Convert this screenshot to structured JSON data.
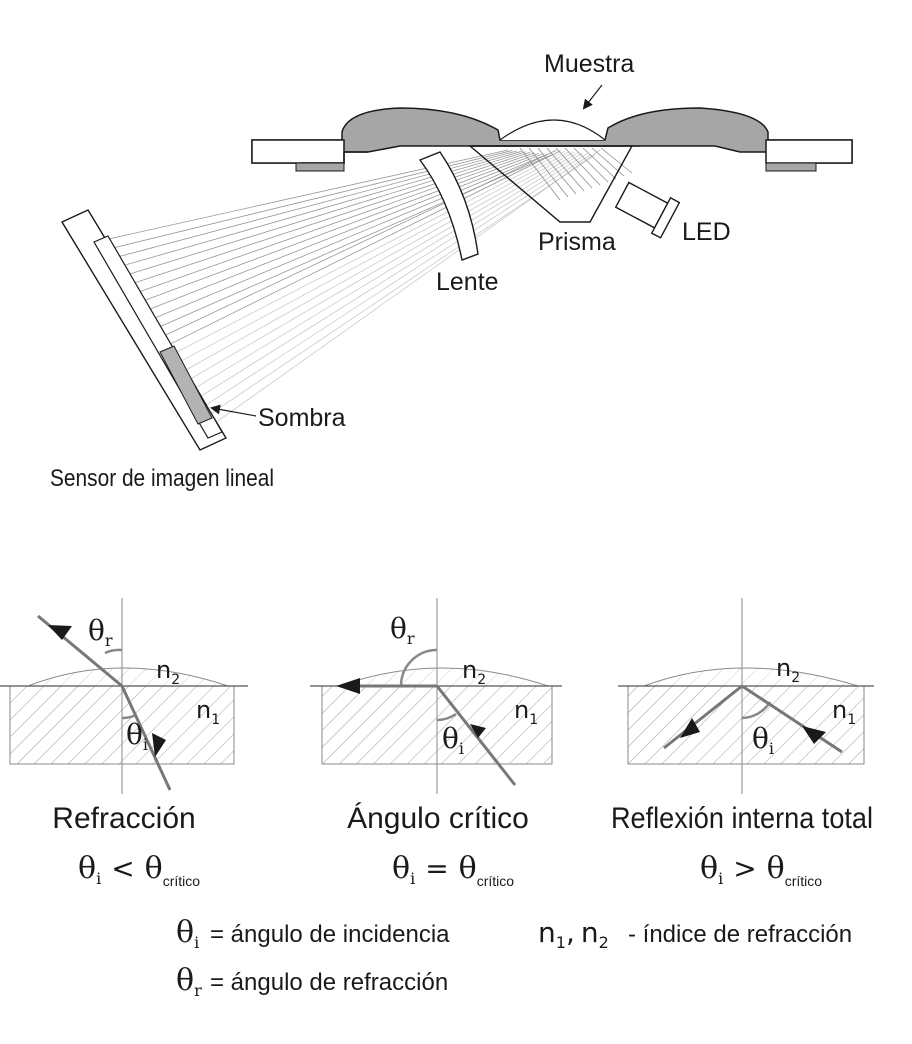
{
  "top_diagram": {
    "sample": "Muestra",
    "led": "LED",
    "prism": "Prisma",
    "lens": "Lente",
    "shadow": "Sombra",
    "sensor": "Sensor de imagen lineal"
  },
  "panels": [
    {
      "title": "Refracción",
      "n2": "n",
      "n2_sub": "2",
      "n1": "n",
      "n1_sub": "1",
      "theta": "θ",
      "theta_r_sub": "r",
      "theta_i_sub": "i",
      "cond_left_sub": "i",
      "cond_op": "<",
      "cond_right_sub": "crítico"
    },
    {
      "title": "Ángulo crítico",
      "n2": "n",
      "n2_sub": "2",
      "n1": "n",
      "n1_sub": "1",
      "theta": "θ",
      "theta_r_sub": "r",
      "theta_i_sub": "i",
      "cond_left_sub": "i",
      "cond_op": "=",
      "cond_right_sub": "crítico"
    },
    {
      "title": "Reflexión interna total",
      "n2": "n",
      "n2_sub": "2",
      "n1": "n",
      "n1_sub": "1",
      "theta": "θ",
      "theta_i_sub": "i",
      "cond_left_sub": "i",
      "cond_op": ">",
      "cond_right_sub": "crítico"
    }
  ],
  "legend": {
    "theta": "θ",
    "theta_i_sub": "i",
    "theta_i_text": "= ángulo de incidencia",
    "theta_r_sub": "r",
    "theta_r_text": "= ángulo de refracción",
    "n_left": "n",
    "n_left_sub": "1",
    "comma": ",",
    "n_right": "n",
    "n_right_sub": "2",
    "n_text": "- índice de refracción"
  },
  "colors": {
    "ink": "#1a1a1a",
    "gray_arrow": "#777777",
    "housing": "#a6a6a6",
    "shadow": "#b3b3b3",
    "hatch": "#9a9a9a",
    "ray": "#8c8c8c"
  }
}
